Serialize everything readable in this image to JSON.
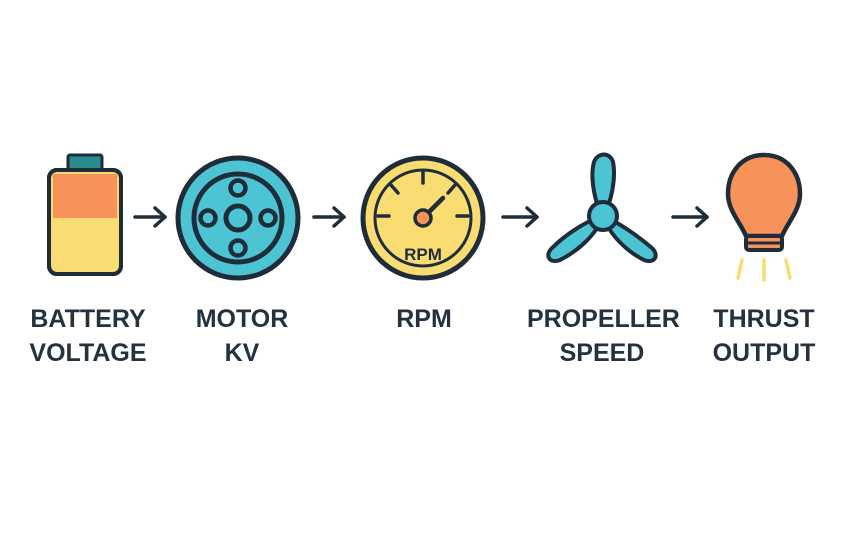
{
  "nodes": [
    {
      "id": "battery",
      "icon": "battery-icon",
      "lines": [
        "BATTERY",
        "VOLTAGE"
      ]
    },
    {
      "id": "motor",
      "icon": "motor-icon",
      "lines": [
        "MOTOR",
        "KV"
      ]
    },
    {
      "id": "rpm",
      "icon": "gauge-icon",
      "lines": [
        "RPM"
      ],
      "gauge_text": "RPM"
    },
    {
      "id": "propeller",
      "icon": "propeller-icon",
      "lines": [
        "PROPELLER",
        "SPEED"
      ]
    },
    {
      "id": "thrust",
      "icon": "thrust-bulb-icon",
      "lines": [
        "THRUST",
        "OUTPUT"
      ]
    }
  ],
  "colors": {
    "outline": "#1f2d3a",
    "teal": "#4cc4d4",
    "yellow": "#f9dd72",
    "orange": "#f6925a",
    "battery_cap": "#2a8c8e",
    "text": "#243240"
  }
}
